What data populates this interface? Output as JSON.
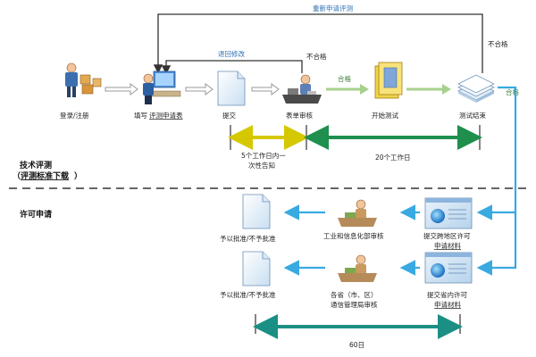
{
  "flow": {
    "login": "登录/注册",
    "fill_form_prefix": "填写",
    "fill_form_link": "评测申请表",
    "submit": "提交",
    "form_review": "表单审核",
    "start_test": "开始测试",
    "test_end": "测试结束"
  },
  "feedback": {
    "reapply": "重新申请评测",
    "return_modify": "退回修改",
    "fail_1": "不合格",
    "fail_2": "不合格",
    "pass_1": "合格",
    "pass_2": "合格"
  },
  "timeline": {
    "notice_line1": "5个工作日内一",
    "notice_line2": "次性告知",
    "work_days": "20个工作日",
    "sixty_days": "60日"
  },
  "sections": {
    "tech_eval": "技术评测",
    "tech_std_open": "（",
    "tech_std_link": "评测标准下载",
    "tech_std_close": "）",
    "license": "许可申请"
  },
  "license_flow": {
    "cross_region_line1": "提交跨地区许可",
    "cross_region_line2": "申请材料",
    "miit_review": "工业和信息化部审核",
    "decision_1": "予以批准/不予批准",
    "province_line1": "提交省内许可",
    "province_line2": "申请材料",
    "province_review_line1": "各省（市、区）",
    "province_review_line2": "通信管理局审核",
    "decision_2": "予以批准/不予批准"
  },
  "colors": {
    "flow_arrow": "#999999",
    "feedback_line": "#333333",
    "green_arrow": "#a8d08d",
    "blue_line": "#39a9e1",
    "yellow_bar": "#d6c800",
    "green_bar": "#1f8f4e",
    "teal_bar": "#1b8f84"
  }
}
